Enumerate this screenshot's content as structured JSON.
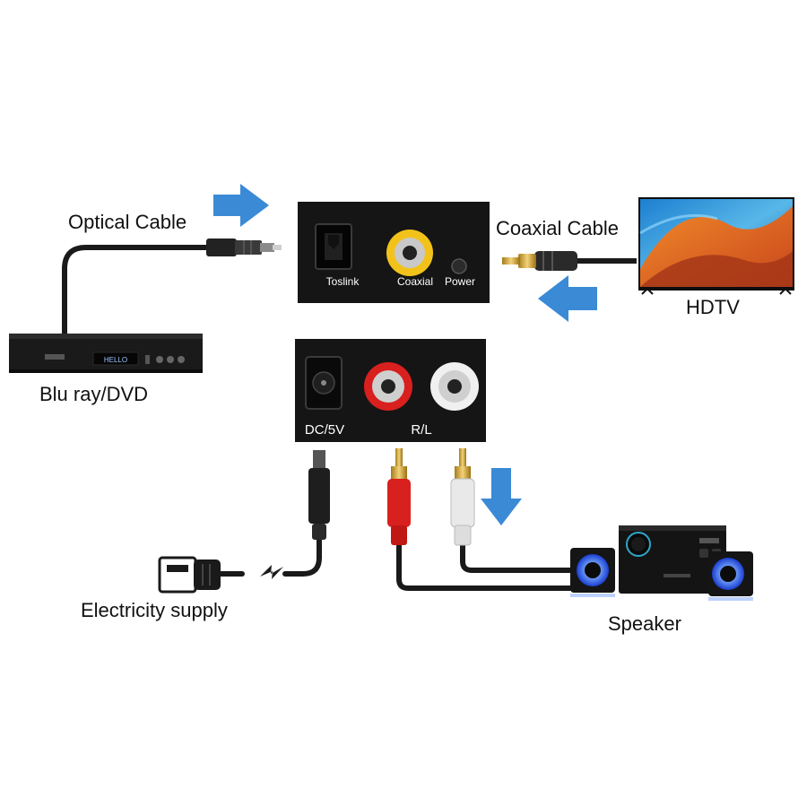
{
  "labels": {
    "optical_cable": "Optical Cable",
    "coaxial_cable": "Coaxial Cable",
    "hdtv": "HDTV",
    "bluray": "Blu ray/DVD",
    "electricity": "Electricity supply",
    "speaker": "Speaker"
  },
  "top_panel": {
    "toslink": "Toslink",
    "coaxial": "Coaxial",
    "power": "Power"
  },
  "bottom_panel": {
    "dc": "DC/5V",
    "rl": "R/L"
  },
  "player_display": "HELLO",
  "colors": {
    "arrow": "#3a8ad6",
    "panel": "#151515",
    "rca_red": "#d8201e",
    "rca_white": "#eeeeee",
    "rca_yellow": "#f2c21a",
    "speaker_glow": "#3f7bff"
  }
}
